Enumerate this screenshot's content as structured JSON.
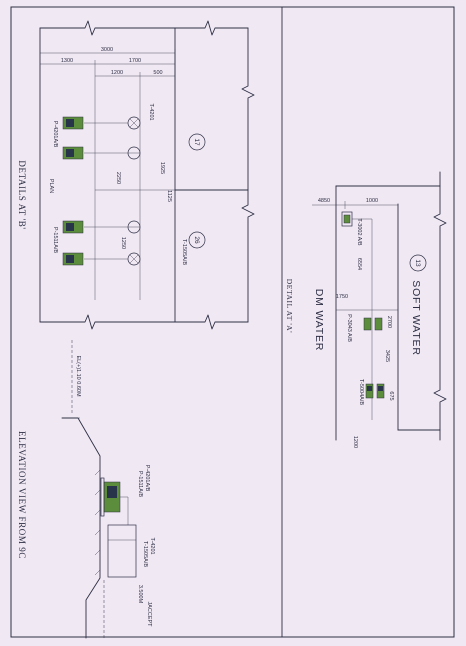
{
  "sheet": {
    "colors": {
      "paper": "#f0e8f3",
      "ink": "#2e2f45",
      "pump": "#5b8d3c",
      "motor": "#27344a"
    }
  },
  "detail_b": {
    "title": "DETAILS AT 'B'",
    "plan_label": "PLAN",
    "dimensions": {
      "overall": "3000",
      "left": "1300",
      "right": "1700",
      "inner_left": "1200",
      "inner_right": "500",
      "tank_gap": "1925",
      "offset": "1125",
      "pump_gap": "2250",
      "lower_gap": "1250"
    },
    "tags": {
      "tank_upper": "T-4201",
      "tank_lower": "T-1505A/B",
      "pump_upper": "P-4201A/B",
      "pump_lower": "P-1511A/B"
    },
    "bubbles": {
      "upper": "17",
      "lower": "26"
    }
  },
  "elevation": {
    "title": "ELEVATION VIEW FROM 9C",
    "level_note": "EL(+)1.10 0.60M",
    "pump_tags": [
      "P-4201A/B",
      "P-1511A/B"
    ],
    "tank_tags": [
      "T-4201",
      "T-1505A/B"
    ],
    "height": "3.500M",
    "note": "JACCEPT"
  },
  "detail_a": {
    "title": "DETAIL AT 'A'",
    "bubble": "13",
    "zone_soft": "SOFT WATER",
    "zone_dm": "DM WATER",
    "dimensions": {
      "width_left": "4850",
      "width_right": "1000",
      "run": "6554",
      "offset": "1750",
      "pump_span": "2700",
      "lower_span": "3425",
      "pump_gap": "675",
      "bottom": "1200"
    },
    "tags": {
      "tank": "T-3002 A/B",
      "pump": "P-3043 A/B",
      "vessel": "T-5004A/B"
    }
  }
}
